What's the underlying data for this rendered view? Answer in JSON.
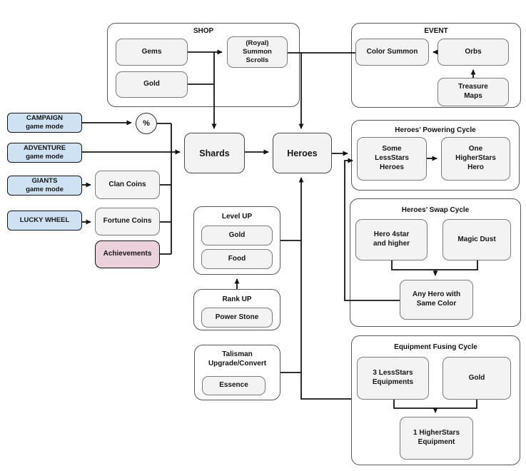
{
  "colors": {
    "game_mode_blue": "#cfe2f3",
    "achievements_pink": "#ead1dc",
    "resource_gray": "#f3f3f3",
    "line_black": "#141414"
  },
  "groups": {
    "shop": {
      "title": "SHOP"
    },
    "event": {
      "title": "EVENT"
    },
    "powering": {
      "title": "Heroes’ Powering Cycle"
    },
    "swap": {
      "title": "Heroes’ Swap Cycle"
    },
    "fusing": {
      "title": "Equipment Fusing Cycle"
    },
    "level_up": {
      "title": "Level UP"
    },
    "rank_up": {
      "title": "Rank UP"
    },
    "talisman": {
      "title": "Talisman\nUpgrade/Convert"
    }
  },
  "nodes": {
    "gems": "Gems",
    "shop_gold": "Gold",
    "summon_scrolls": "(Royal)\nSummon\nScrolls",
    "color_summon": "Color Summon",
    "orbs": "Orbs",
    "treasure_maps": "Treasure\nMaps",
    "campaign": "CAMPAIGN\ngame mode",
    "adventure": "ADVENTURE\ngame mode",
    "giants": "GIANTS\ngame mode",
    "lucky_wheel": "LUCKY WHEEL",
    "clan_coins": "Clan Coins",
    "fortune_coins": "Fortune Coins",
    "achievements": "Achievements",
    "percent": "%",
    "shards": "Shards",
    "heroes": "Heroes",
    "some_lessstars": "Some\nLessStars\nHeroes",
    "one_higherstars": "One\nHigherStars\nHero",
    "hero_4star": "Hero 4star\nand higher",
    "magic_dust": "Magic Dust",
    "any_hero": "Any Hero with\nSame Color",
    "less_equips": "3 LessStars\nEquipments",
    "fuse_gold": "Gold",
    "higher_equip": "1 HigherStars\nEquipment",
    "lvl_gold": "Gold",
    "food": "Food",
    "power_stone": "Power Stone",
    "essence": "Essence"
  },
  "edges": [
    {
      "from": "Gems",
      "to": "(Royal) Summon Scrolls"
    },
    {
      "from": "Gems",
      "to": "Shards"
    },
    {
      "from": "Gold (SHOP)",
      "to": "Shards"
    },
    {
      "from": "(Royal) Summon Scrolls",
      "to": "Heroes"
    },
    {
      "from": "Color Summon",
      "to": "Heroes"
    },
    {
      "from": "Orbs",
      "to": "Color Summon"
    },
    {
      "from": "Treasure Maps",
      "to": "Orbs"
    },
    {
      "from": "CAMPAIGN game mode",
      "to": "%"
    },
    {
      "from": "%",
      "to": "Shards"
    },
    {
      "from": "ADVENTURE game mode",
      "to": "Shards"
    },
    {
      "from": "GIANTS game mode",
      "to": "Clan Coins"
    },
    {
      "from": "LUCKY WHEEL",
      "to": "Fortune Coins"
    },
    {
      "from": "Clan Coins",
      "to": "Shards"
    },
    {
      "from": "Fortune Coins",
      "to": "Shards"
    },
    {
      "from": "Achievements",
      "to": "Shards"
    },
    {
      "from": "Shards",
      "to": "Heroes"
    },
    {
      "from": "Heroes",
      "to": "Some LessStars Heroes"
    },
    {
      "from": "Some LessStars Heroes",
      "to": "One HigherStars Hero"
    },
    {
      "from": "Hero 4star and higher + Magic Dust",
      "to": "Any Hero with Same Color"
    },
    {
      "from": "Any Hero with Same Color",
      "to": "Some LessStars Heroes"
    },
    {
      "from": "3 LessStars Equipments + Gold",
      "to": "1 HigherStars Equipment"
    },
    {
      "from": "Rank UP (Power Stone)",
      "to": "Level UP"
    },
    {
      "from": "Level UP (Gold, Food)",
      "to": "Heroes"
    },
    {
      "from": "Talisman Upgrade/Convert (Essence)",
      "to": "Heroes"
    },
    {
      "from": "Equipment Fusing Cycle",
      "to": "Heroes"
    }
  ]
}
